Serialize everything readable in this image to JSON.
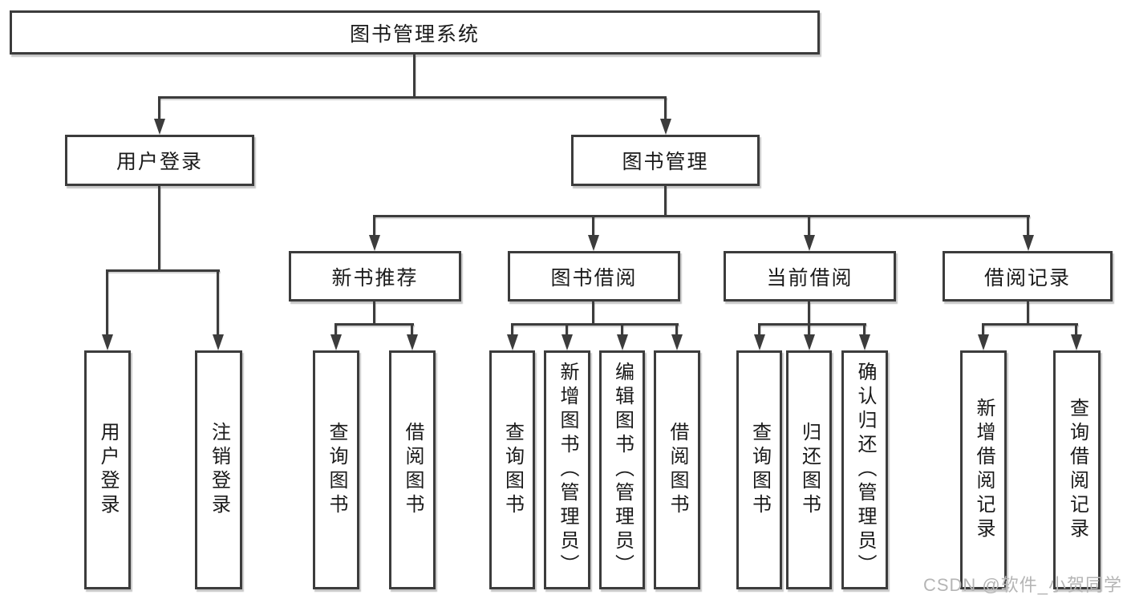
{
  "colors": {
    "line": "#3c3c3c",
    "box_border": "#3c3c3c",
    "box_fill": "#ffffff",
    "text": "#1a1a1a",
    "watermark": "#b5b5b5",
    "background": "#ffffff"
  },
  "tree": {
    "root": "图书管理系统",
    "branches": [
      {
        "label": "用户登录",
        "children": [
          "用户登录",
          "注销登录"
        ]
      },
      {
        "label": "图书管理",
        "sections": [
          {
            "label": "新书推荐",
            "children": [
              "查询图书",
              "借阅图书"
            ]
          },
          {
            "label": "图书借阅",
            "children": [
              "查询图书",
              "新增图书（管理员）",
              "编辑图书（管理员）",
              "借阅图书"
            ]
          },
          {
            "label": "当前借阅",
            "children": [
              "查询图书",
              "归还图书",
              "确认归还（管理员）"
            ]
          },
          {
            "label": "借阅记录",
            "children": [
              "新增借阅记录",
              "查询借阅记录"
            ]
          }
        ]
      }
    ]
  },
  "watermark": "CSDN @软件_小贺同学"
}
